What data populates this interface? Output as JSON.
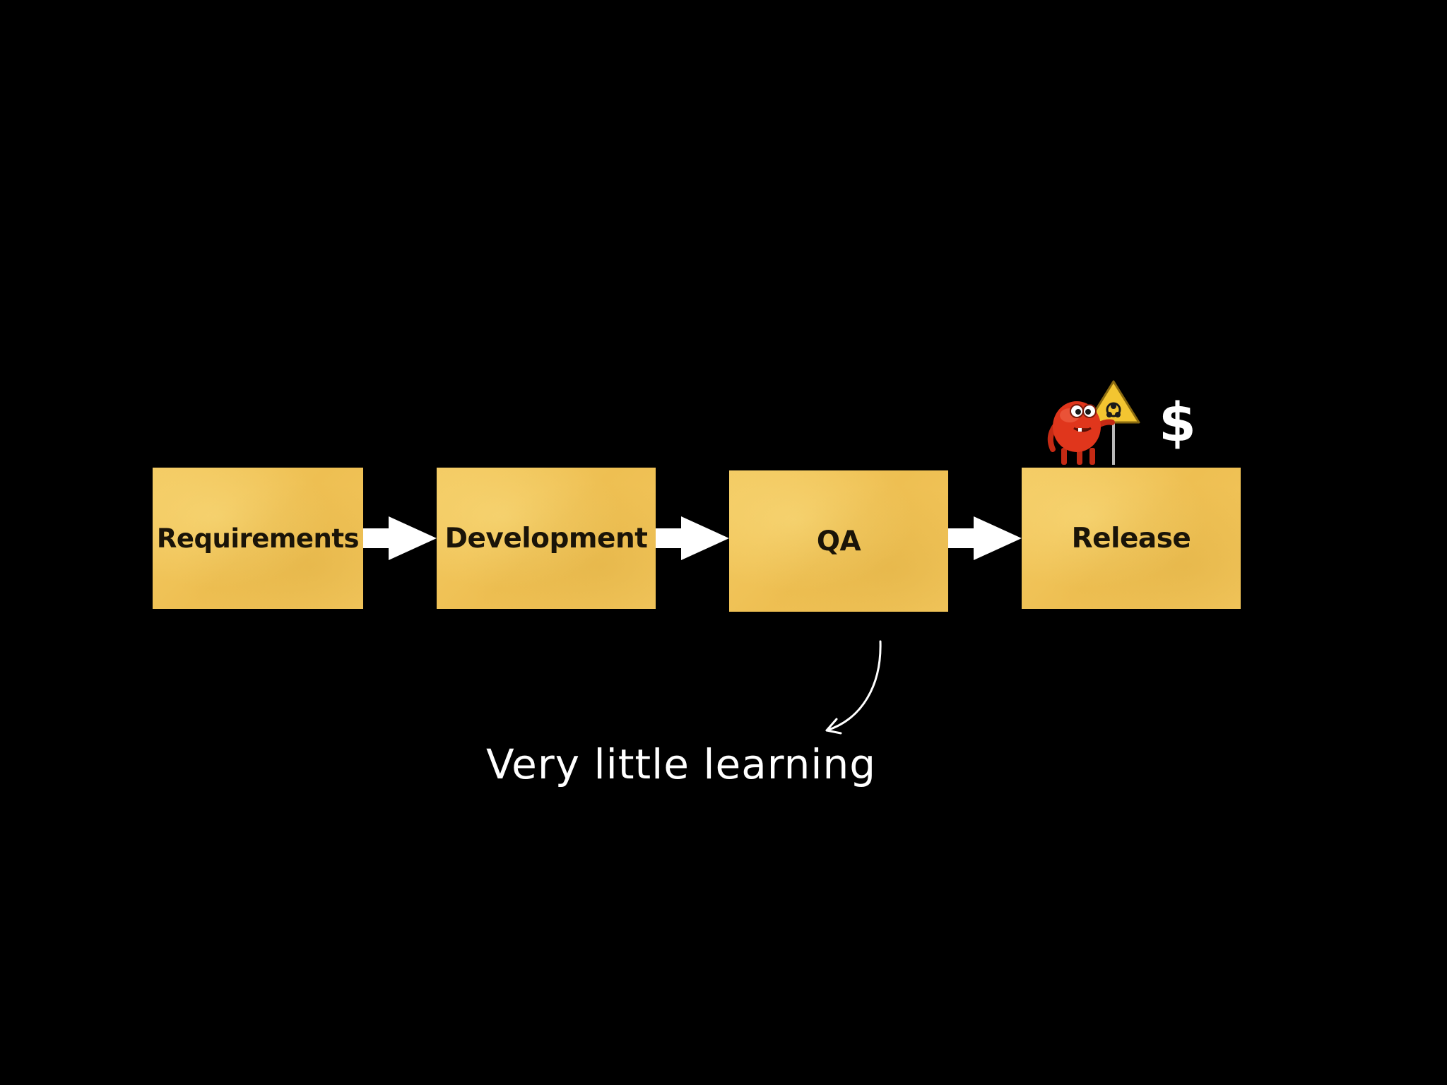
{
  "colors": {
    "background": "#000000",
    "sticky_note": "#f2c45a",
    "sticky_text": "#1a1408",
    "arrow": "#ffffff",
    "caption": "#ffffff",
    "monster": "#e0361c",
    "warning_sign": "#f3c531"
  },
  "process": {
    "steps": [
      {
        "label": "Requirements"
      },
      {
        "label": "Development"
      },
      {
        "label": "QA"
      },
      {
        "label": "Release"
      }
    ]
  },
  "release_extras": {
    "cost_symbol": "$",
    "icons": [
      "bug-monster-icon",
      "biohazard-warning-sign-icon",
      "dollar-icon"
    ]
  },
  "annotation": {
    "caption": "Very little learning"
  }
}
